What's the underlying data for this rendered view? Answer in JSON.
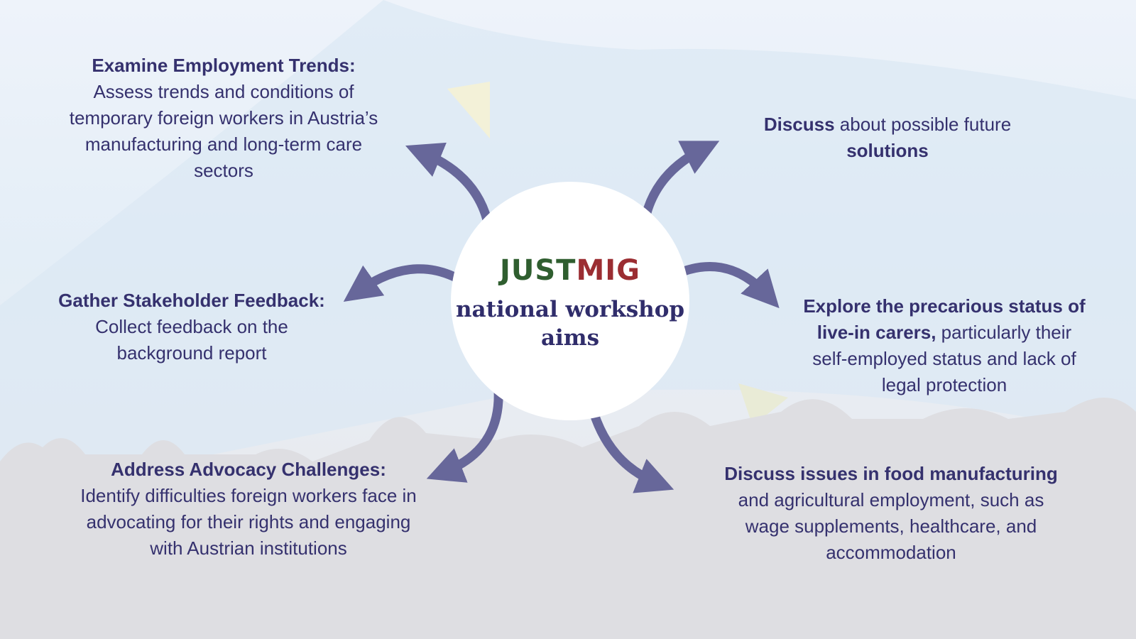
{
  "colors": {
    "text": "#35316e",
    "arrow": "#67679a",
    "logo_green": "#2f5e2f",
    "logo_red": "#9b2d32"
  },
  "center": {
    "logo_part1": "JUST",
    "logo_part2": "MIG",
    "subtitle_line1": "national workshop",
    "subtitle_line2": "aims"
  },
  "aims": {
    "employment": {
      "title": "Examine Employment Trends:",
      "body": "Assess trends and conditions of temporary foreign workers in Austria’s manufacturing and long-term care sectors"
    },
    "solutions": {
      "bold1": "Discuss",
      "mid": " about possible future ",
      "bold2": "solutions"
    },
    "feedback": {
      "title": "Gather Stakeholder Feedback:",
      "body": "Collect feedback on the background report"
    },
    "carers": {
      "bold": "Explore the precarious status of live-in carers,",
      "body": " particularly their self-employed status and lack of legal protection"
    },
    "advocacy": {
      "title": "Address Advocacy Challenges:",
      "body": "Identify difficulties foreign workers face in advocating for their rights and engaging with Austrian institutions"
    },
    "food": {
      "title": "Discuss issues in food manufacturing",
      "body": "and agricultural employment, such as wage supplements, healthcare, and accommodation"
    }
  }
}
